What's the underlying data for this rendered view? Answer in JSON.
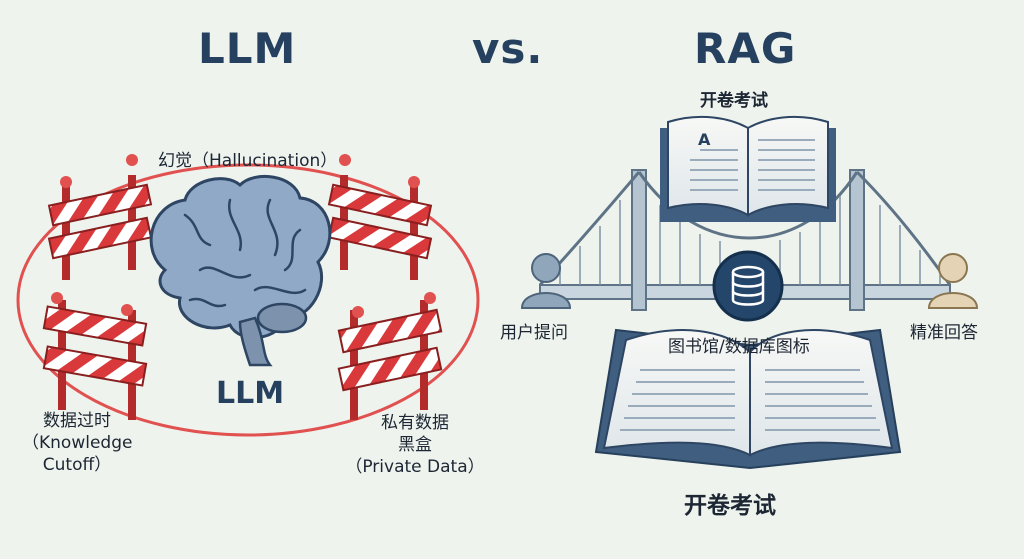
{
  "headings": {
    "left": "LLM",
    "middle": "vs.",
    "right": "RAG"
  },
  "llm_panel": {
    "brain_label": "LLM",
    "hallucination": "幻觉（Hallucination）",
    "knowledge_cutoff": [
      "数据过时",
      "（Knowledge",
      "Cutoff）"
    ],
    "private_data": [
      "私有数据",
      "黑盒",
      "（Private Data）"
    ]
  },
  "rag_panel": {
    "top_book_label": "开卷考试",
    "top_book_letter": "A",
    "user_query": "用户提问",
    "accurate_answer": "精准回答",
    "library_label": "图书馆/数据库图标",
    "bottom_label": "开卷考试"
  },
  "colors": {
    "heading": "#26405f",
    "barricade_red": "#d9393b",
    "circle_red": "#e0514f",
    "brain": "#8fa9c6",
    "bridge": "#9fb3c6",
    "book_cover": "#3f5e80"
  }
}
